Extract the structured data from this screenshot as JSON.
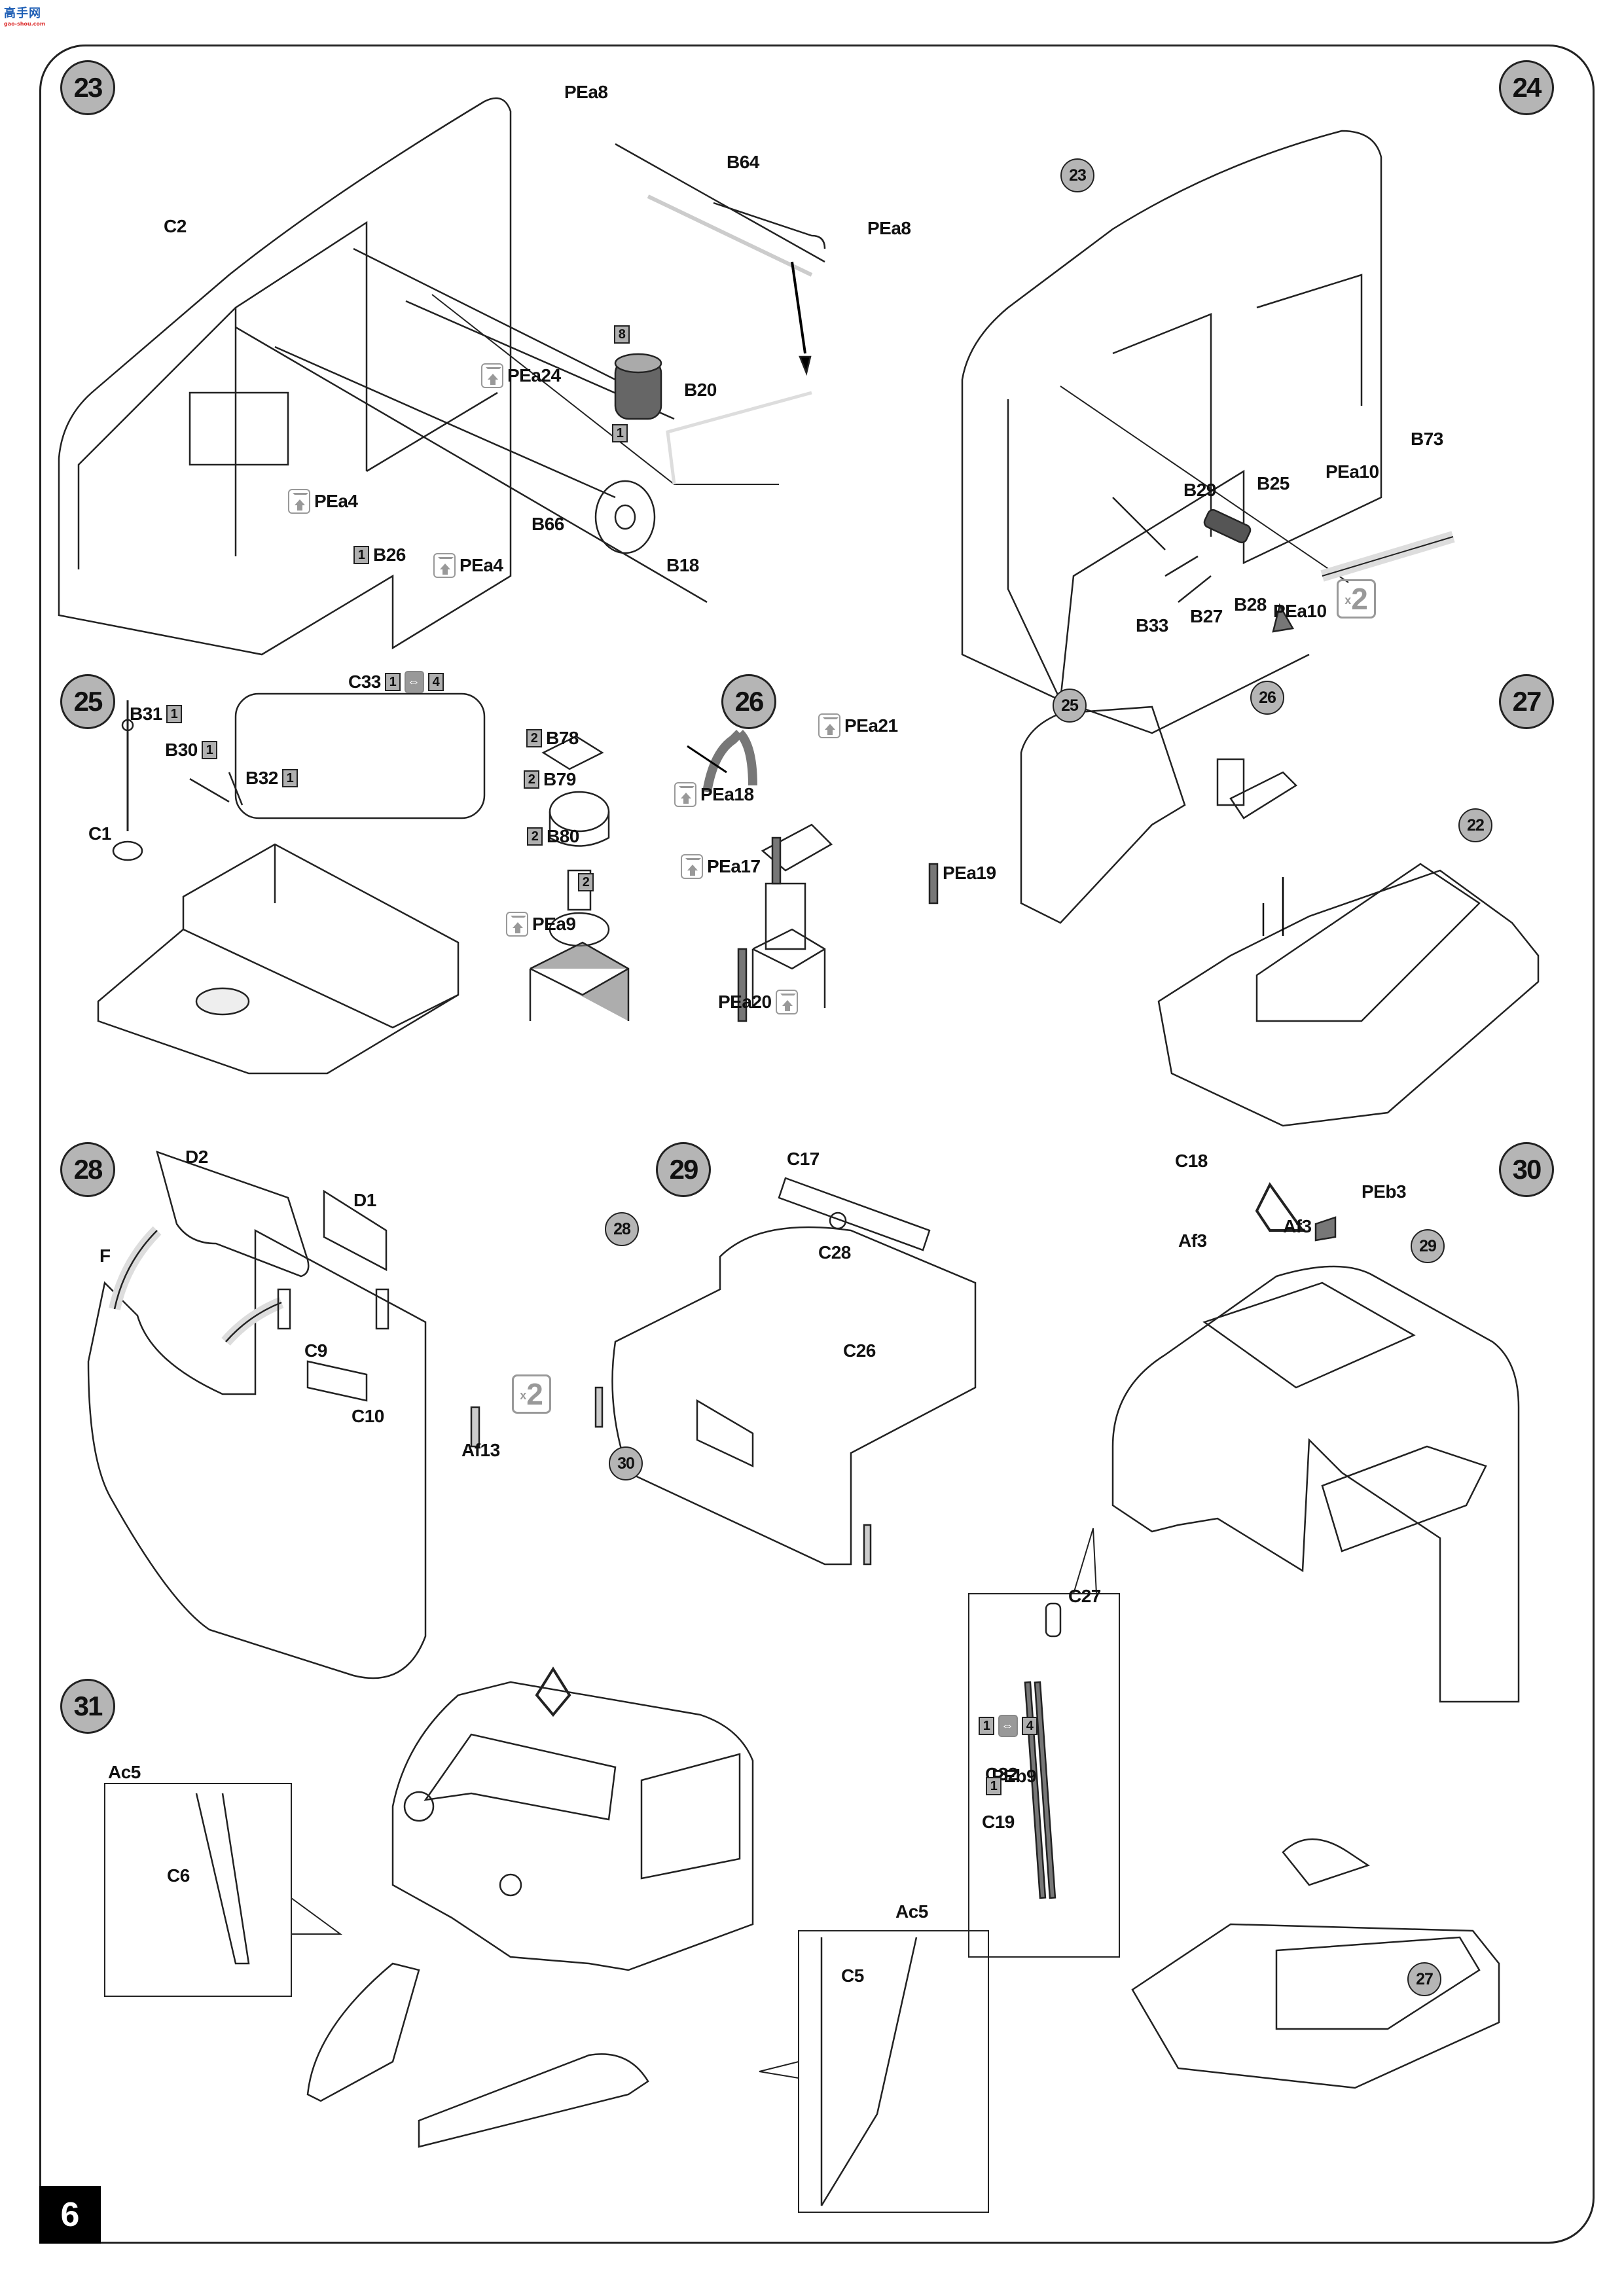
{
  "watermark": {
    "logo_text": "高手网",
    "site": "gao-shou.com"
  },
  "page_number": "6",
  "legend_icons": {
    "photo_etch": "photo-etch-part-icon",
    "flip_paint": "alternative-paint-icon",
    "quantity_x2": {
      "prefix": "x",
      "count": "2"
    }
  },
  "steps": [
    {
      "number": "23",
      "parts": [
        {
          "code": "C2"
        },
        {
          "code": "PEa8"
        },
        {
          "code": "B64"
        },
        {
          "code": "PEa8"
        },
        {
          "code": "PEa24",
          "photo_etch": true
        },
        {
          "code": "B20",
          "paint_boxes": [
            "8",
            "1"
          ]
        },
        {
          "code": "PEa4",
          "photo_etch": true
        },
        {
          "code": "B26",
          "paint_boxes": [
            "1"
          ]
        },
        {
          "code": "PEa4",
          "photo_etch": true
        },
        {
          "code": "B66"
        },
        {
          "code": "B18"
        }
      ]
    },
    {
      "number": "24",
      "ref_steps": [
        "23"
      ],
      "parts": [
        {
          "code": "B25"
        },
        {
          "code": "B73"
        },
        {
          "code": "PEa10"
        },
        {
          "code": "B29"
        },
        {
          "code": "B33"
        },
        {
          "code": "B27"
        },
        {
          "code": "B28"
        },
        {
          "code": "PEa10",
          "quantity": "x2"
        }
      ]
    },
    {
      "number": "25",
      "parts": [
        {
          "code": "B31",
          "paint_boxes": [
            "1"
          ]
        },
        {
          "code": "B30",
          "paint_boxes": [
            "1"
          ]
        },
        {
          "code": "B32",
          "paint_boxes": [
            "1"
          ]
        },
        {
          "code": "C33",
          "paint_boxes": [
            "1",
            "4"
          ]
        },
        {
          "code": "C1"
        }
      ]
    },
    {
      "number": "26",
      "parts": [
        {
          "code": "B78",
          "paint_boxes": [
            "2"
          ]
        },
        {
          "code": "B79",
          "paint_boxes": [
            "2"
          ]
        },
        {
          "code": "B80",
          "paint_boxes": [
            "2"
          ]
        },
        {
          "code": "PEa9",
          "photo_etch": true,
          "paint_boxes": [
            "2"
          ]
        },
        {
          "code": "PEa21",
          "photo_etch": true
        },
        {
          "code": "PEa18",
          "photo_etch": true
        },
        {
          "code": "PEa17",
          "photo_etch": true
        },
        {
          "code": "PEa19"
        },
        {
          "code": "PEa20",
          "photo_etch": true
        }
      ]
    },
    {
      "number": "27",
      "ref_steps": [
        "25",
        "26",
        "22"
      ],
      "parts": []
    },
    {
      "number": "28",
      "parts": [
        {
          "code": "D2"
        },
        {
          "code": "D1"
        },
        {
          "code": "F"
        },
        {
          "code": "C9"
        },
        {
          "code": "C10"
        },
        {
          "code": "Af13",
          "quantity": "x2"
        }
      ]
    },
    {
      "number": "29",
      "ref_steps": [
        "28"
      ],
      "parts": [
        {
          "code": "C17"
        },
        {
          "code": "C28"
        },
        {
          "code": "C26"
        }
      ]
    },
    {
      "number": "30",
      "ref_steps": [
        "29"
      ],
      "parts": [
        {
          "code": "C18"
        },
        {
          "code": "PEb3"
        },
        {
          "code": "Af3"
        },
        {
          "code": "Af3"
        },
        {
          "code": "C27"
        },
        {
          "code": "PEb9"
        },
        {
          "code": "C32",
          "paint_boxes": [
            "1",
            "4"
          ]
        },
        {
          "code": "C19",
          "paint_boxes": [
            "1"
          ]
        }
      ],
      "ref_steps_extra": [
        "27"
      ]
    },
    {
      "number": "31",
      "ref_steps": [
        "30"
      ],
      "parts": [
        {
          "code": "Ac5"
        },
        {
          "code": "C6"
        },
        {
          "code": "Ac5"
        },
        {
          "code": "C5"
        }
      ]
    }
  ],
  "labels": {
    "s23_c2": "C2",
    "s23_pea8a": "PEa8",
    "s23_b64": "B64",
    "s23_pea8b": "PEa8",
    "s23_pea24": "PEa24",
    "s23_b20": "B20",
    "s23_box8": "8",
    "s23_box1": "1",
    "s23_pea4a": "PEa4",
    "s23_b26": "B26",
    "s23_b26box": "1",
    "s23_pea4b": "PEa4",
    "s23_b66": "B66",
    "s23_b18": "B18",
    "s24_ref23": "23",
    "s24_b25": "B25",
    "s24_b73": "B73",
    "s24_pea10a": "PEa10",
    "s24_b29": "B29",
    "s24_b33": "B33",
    "s24_b27": "B27",
    "s24_b28": "B28",
    "s24_pea10b": "PEa10",
    "s25_b31": "B31",
    "s25_b30": "B30",
    "s25_b32": "B32",
    "s25_c33": "C33",
    "s25_c1": "C1",
    "s26_b78": "B78",
    "s26_b79": "B79",
    "s26_b80": "B80",
    "s26_pea9": "PEa9",
    "s26_pea21": "PEa21",
    "s26_pea18": "PEa18",
    "s26_pea17": "PEa17",
    "s26_pea19": "PEa19",
    "s26_pea20": "PEa20",
    "s27_ref25": "25",
    "s27_ref26": "26",
    "s27_ref22": "22",
    "s28_d2": "D2",
    "s28_d1": "D1",
    "s28_f": "F",
    "s28_c9": "C9",
    "s28_c10": "C10",
    "s28_af13": "Af13",
    "s29_ref28": "28",
    "s29_c17": "C17",
    "s29_c28": "C28",
    "s29_c26": "C26",
    "s30_c18": "C18",
    "s30_peb3": "PEb3",
    "s30_af3a": "Af3",
    "s30_af3b": "Af3",
    "s30_ref29": "29",
    "s30_c27": "C27",
    "s30_peb9": "PEb9",
    "s30_c32": "C32",
    "s30_c19": "C19",
    "s30_ref27": "27",
    "s31_ref30": "30",
    "s31_ac5a": "Ac5",
    "s31_c6": "C6",
    "s31_ac5b": "Ac5",
    "s31_c5": "C5",
    "box1": "1",
    "box2": "2",
    "box4": "4"
  }
}
